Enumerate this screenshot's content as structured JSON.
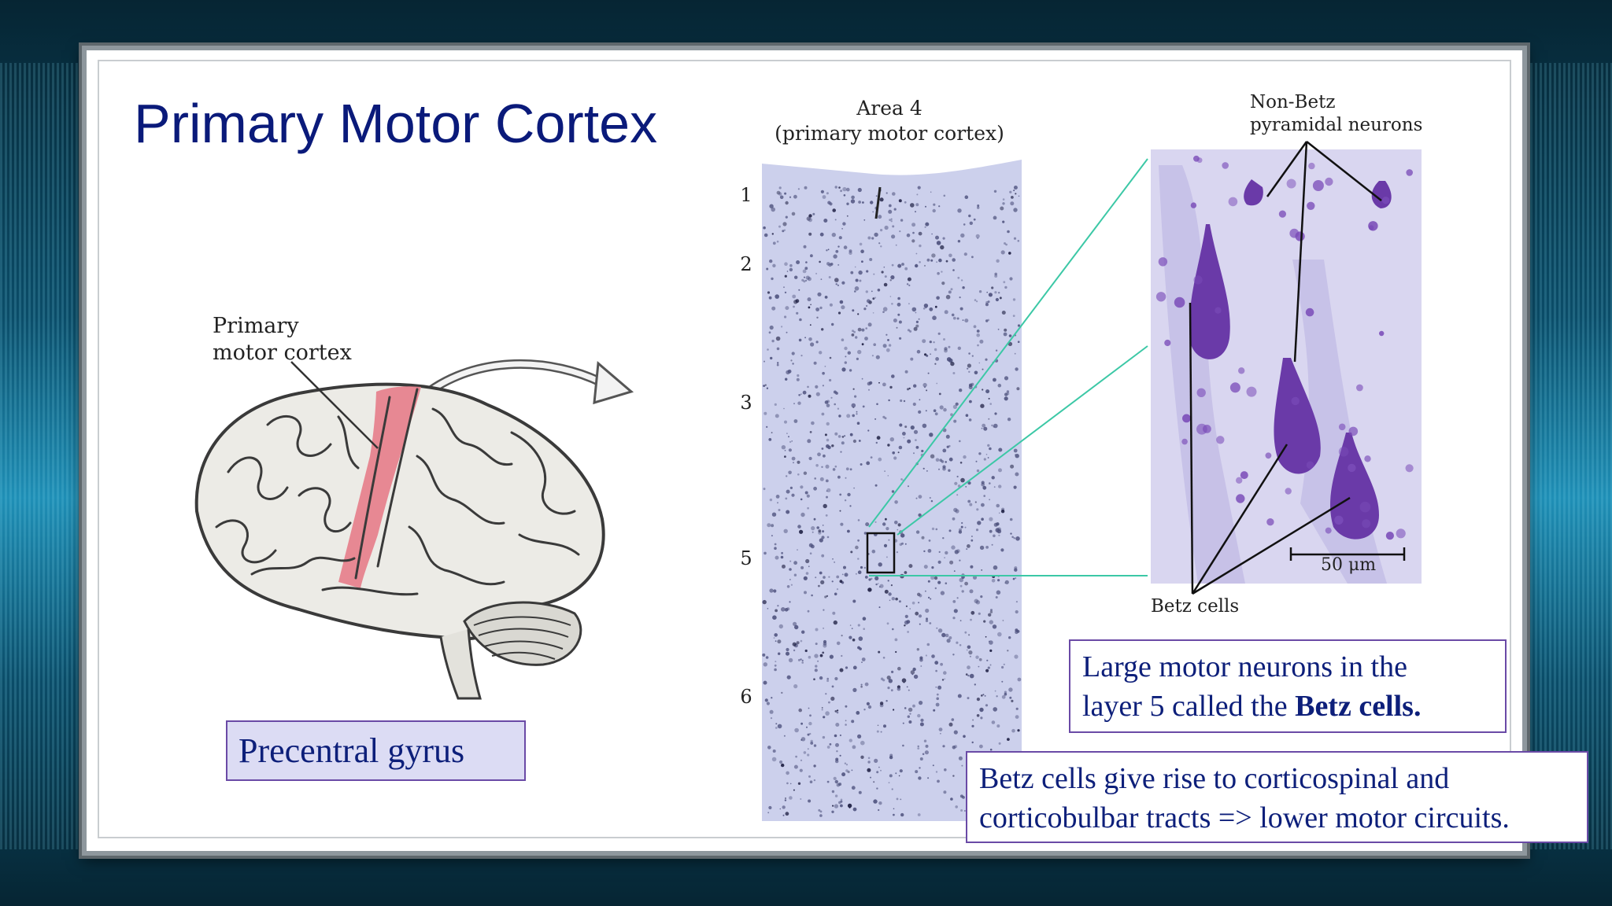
{
  "slide": {
    "title": "Primary Motor Cortex",
    "colors": {
      "title": "#0a1a7a",
      "highlight": "#e77d8a",
      "tissue": "#c8cbe8",
      "stain": "#6a3aa8",
      "connector": "#3cc8a6",
      "box_border": "#6a4aa6"
    }
  },
  "brain_figure": {
    "label_line1": "Primary",
    "label_line2": "motor cortex",
    "icon": "brain-lateral-view"
  },
  "section_figure": {
    "title_line1": "Area 4",
    "title_line2": "(primary motor cortex)",
    "layers": [
      "1",
      "2",
      "3",
      "5",
      "6"
    ]
  },
  "micro_figure": {
    "label_line1": "Non-Betz",
    "label_line2": "pyramidal neurons",
    "betz_label": "Betz cells",
    "scale_label": "50 μm"
  },
  "boxes": {
    "precentral": "Precentral gyrus",
    "large_motor_line1": "Large motor neurons in the",
    "large_motor_line2_prefix": "layer 5 called the",
    "large_motor_line2_bold": "Betz cells.",
    "betz_line1": "Betz cells give rise to corticospinal and",
    "betz_line2": "corticobulbar tracts => lower motor circuits."
  }
}
